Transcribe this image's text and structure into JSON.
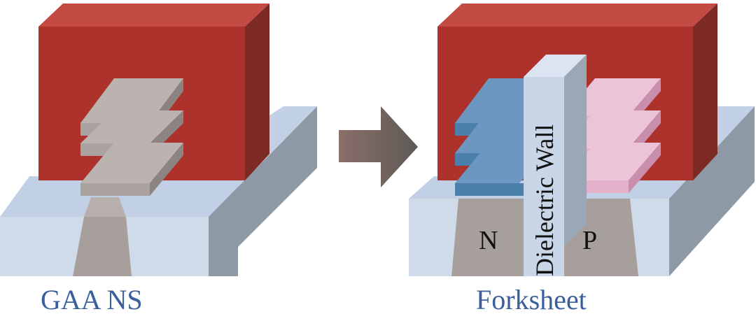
{
  "left_device": {
    "caption": "GAA NS"
  },
  "right_device": {
    "caption": "Forksheet",
    "n_label": "N",
    "p_label": "P",
    "wall_label": "Dielectric Wall"
  },
  "colors": {
    "gate_front": "#ad322b",
    "gate_top": "#c44a44",
    "gate_side": "#7d2a25",
    "substrate_front": "#d0dbe9",
    "substrate_top": "#c1d0e4",
    "substrate_side": "#8e99a6",
    "channel": "#a79f9c",
    "sheet_gray": "#aaa29f",
    "sheet_blue": "#4d7fad",
    "sheet_pink": "#e4b1cb",
    "wall": "#c9d6e8",
    "arrow": "#6f5f5a",
    "caption": "#3a5f9c"
  }
}
